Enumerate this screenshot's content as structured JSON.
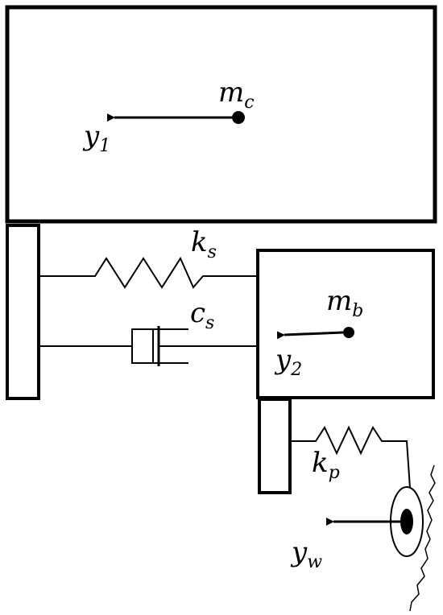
{
  "labels": {
    "mc": {
      "symbol": "m",
      "subscript": "c"
    },
    "y1": {
      "symbol": "y",
      "subscript": "1"
    },
    "ks": {
      "symbol": "k",
      "subscript": "s"
    },
    "cs": {
      "symbol": "c",
      "subscript": "s"
    },
    "mb": {
      "symbol": "m",
      "subscript": "b"
    },
    "y2": {
      "symbol": "y",
      "subscript": "2"
    },
    "kp": {
      "symbol": "k",
      "subscript": "p"
    },
    "yw": {
      "symbol": "y",
      "subscript": "w"
    }
  },
  "colors": {
    "ink": "#000000",
    "background": "#ffffff"
  }
}
